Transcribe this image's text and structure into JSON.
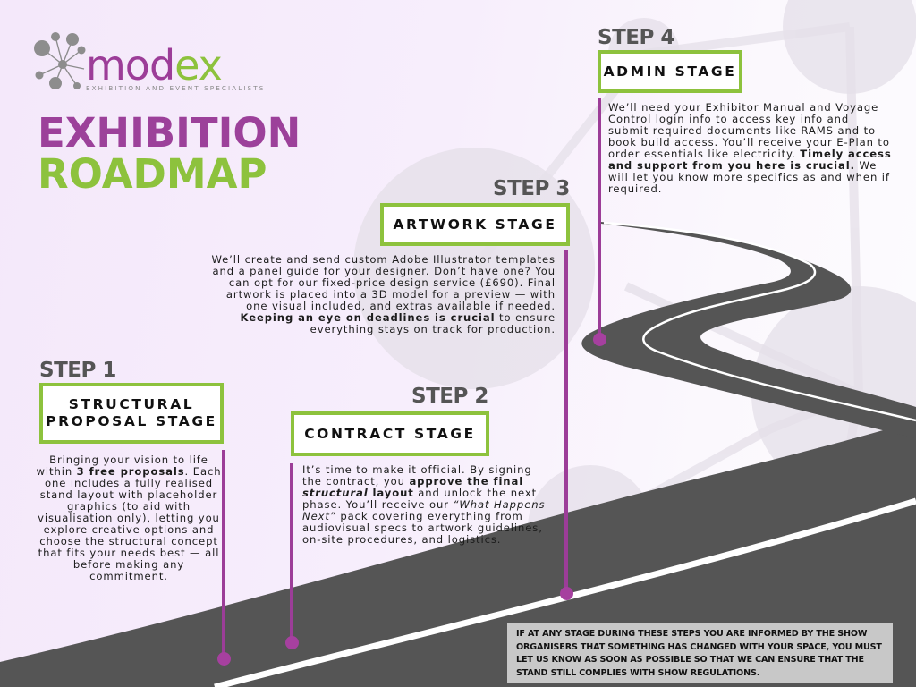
{
  "logo": {
    "wordmark_part1": "mod",
    "wordmark_part2": "ex",
    "tagline": "EXHIBITION AND EVENT SPECIALISTS",
    "icon": "network-nodes-icon"
  },
  "title": {
    "line1": "EXHIBITION",
    "line2": "ROADMAP"
  },
  "colors": {
    "purple": "#9c3d98",
    "green": "#8dc23d",
    "road": "#555555",
    "step_label": "#555555",
    "notice_bg": "#c8c8c8"
  },
  "steps": [
    {
      "label": "STEP 1",
      "stage_line1": "STRUCTURAL",
      "stage_line2": "PROPOSAL STAGE",
      "desc": {
        "t1": "Bringing your vision to life within ",
        "b1": "3 free proposals",
        "t2": ". Each one includes a fully realised stand layout with placeholder graphics (to aid with visualisation only), letting you explore creative options and choose the structural concept that fits your needs best — all before making any commitment."
      }
    },
    {
      "label": "STEP 2",
      "stage": "CONTRACT STAGE",
      "desc": {
        "t1": "It’s time to make it official. By signing the contract, you ",
        "b1": "approve the final ",
        "bi1": "structural",
        "b2": " layout",
        "t2": " and unlock the next phase. You’ll receive our ",
        "i1": "“What Happens Next”",
        "t3": " pack covering everything from audiovisual specs to artwork guidelines, on-site procedures, and logistics."
      }
    },
    {
      "label": "STEP 3",
      "stage": "ARTWORK STAGE",
      "desc": {
        "t1": "We’ll create and send custom Adobe Illustrator templates and a panel guide for your designer. Don’t have one? You can opt for our fixed-price design service (£690). Final artwork is placed into a 3D model for a preview — with one visual included, and extras available if needed. ",
        "b1": "Keeping an eye on deadlines is crucial",
        "t2": " to ensure everything stays on track for production."
      }
    },
    {
      "label": "STEP 4",
      "stage": "ADMIN STAGE",
      "desc": {
        "t1": "We’ll need your Exhibitor Manual and Voyage Control login info to access key info and submit required documents like RAMS and to book build access. You’ll receive your E-Plan to order essentials like electricity. ",
        "b1": "Timely access and support from you here is crucial.",
        "t2": " We will let you know more specifics as and when if required."
      }
    }
  ],
  "notice": "IF AT ANY STAGE DURING THESE STEPS YOU ARE INFORMED BY THE SHOW ORGANISERS THAT SOMETHING HAS CHANGED WITH YOUR SPACE, YOU MUST LET US KNOW AS SOON AS POSSIBLE SO THAT WE CAN ENSURE THAT THE STAND STILL COMPLIES WITH SHOW REGULATIONS."
}
